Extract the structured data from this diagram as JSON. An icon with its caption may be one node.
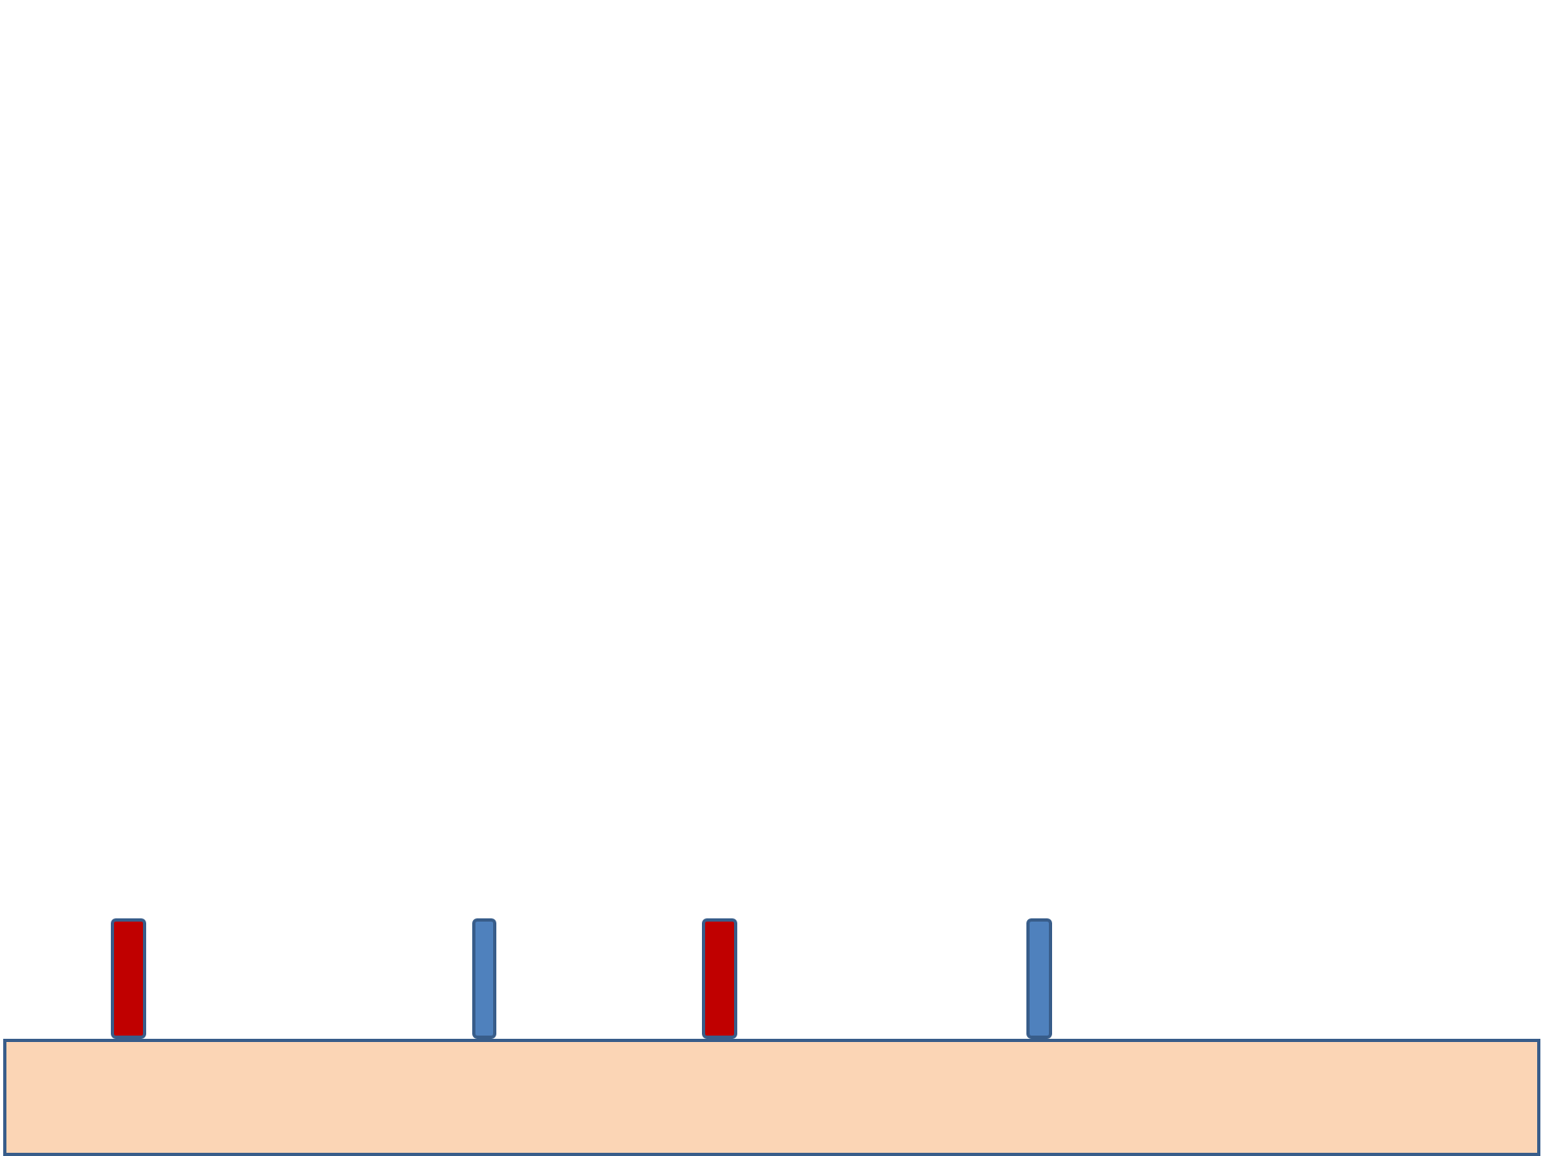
{
  "diagram": {
    "nodes": [
      {
        "text": [],
        "shape": "bar"
      },
      {
        "text": [],
        "shape": "bar"
      },
      {
        "text": [],
        "shape": "bar"
      },
      {
        "text": [],
        "shape": "bar"
      },
      {
        "text": [],
        "shape": "box"
      }
    ]
  }
}
